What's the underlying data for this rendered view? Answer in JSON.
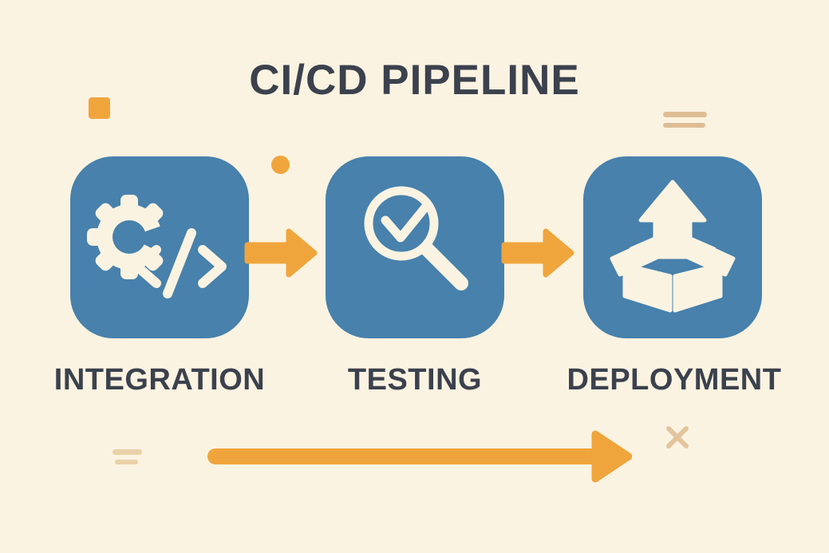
{
  "title": "CI/CD PIPELINE",
  "stages": [
    {
      "label": "INTEGRATION",
      "icon": "gear-code-icon"
    },
    {
      "label": "TESTING",
      "icon": "magnifier-check-icon"
    },
    {
      "label": "DEPLOYMENT",
      "icon": "box-up-arrow-icon"
    }
  ],
  "connectors": [
    {
      "icon": "right-arrow-icon"
    },
    {
      "icon": "right-arrow-icon"
    }
  ],
  "footer": {
    "icon": "long-right-arrow-icon"
  },
  "decorations": [
    "orange-square",
    "orange-dot",
    "double-line-top-right",
    "double-line-bottom-left",
    "x-mark"
  ],
  "colors": {
    "background": "#FBF3E1",
    "stage_box": "#4781AC",
    "accent_orange": "#F0A53C",
    "text": "#3B414D",
    "icon_cream": "#FAF3E2",
    "tan_dark": "#DEBD95",
    "tan_light": "#EAD1A8",
    "tan_x": "#E2C59E"
  }
}
